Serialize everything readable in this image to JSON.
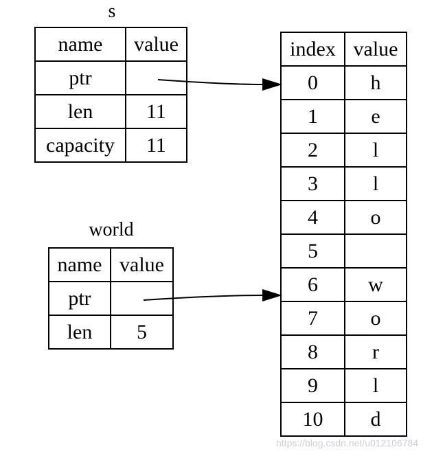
{
  "s": {
    "title": "s",
    "header": [
      "name",
      "value"
    ],
    "rows": [
      {
        "name": "ptr",
        "value": ""
      },
      {
        "name": "len",
        "value": "11"
      },
      {
        "name": "capacity",
        "value": "11"
      }
    ]
  },
  "world": {
    "title": "world",
    "header": [
      "name",
      "value"
    ],
    "rows": [
      {
        "name": "ptr",
        "value": ""
      },
      {
        "name": "len",
        "value": "5"
      }
    ]
  },
  "buffer": {
    "header": [
      "index",
      "value"
    ],
    "rows": [
      {
        "index": "0",
        "value": "h"
      },
      {
        "index": "1",
        "value": "e"
      },
      {
        "index": "2",
        "value": "l"
      },
      {
        "index": "3",
        "value": "l"
      },
      {
        "index": "4",
        "value": "o"
      },
      {
        "index": "5",
        "value": ""
      },
      {
        "index": "6",
        "value": "w"
      },
      {
        "index": "7",
        "value": "o"
      },
      {
        "index": "8",
        "value": "r"
      },
      {
        "index": "9",
        "value": "l"
      },
      {
        "index": "10",
        "value": "d"
      }
    ]
  },
  "pointers": [
    {
      "from": "s.ptr",
      "to_index": "0"
    },
    {
      "from": "world.ptr",
      "to_index": "6"
    }
  ],
  "watermark": "https://blog.csdn.net/u012106784"
}
